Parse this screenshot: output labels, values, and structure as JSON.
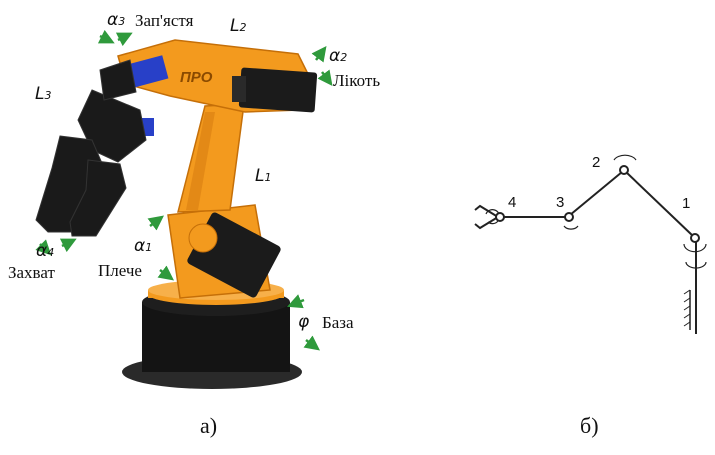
{
  "panel_a": {
    "caption": "а)",
    "labels": {
      "wrist": "Зап'ястя",
      "elbow": "Лікоть",
      "gripper": "Захват",
      "shoulder": "Плече",
      "base": "База",
      "logo": "ПРО"
    },
    "symbols": {
      "alpha3": {
        "base": "α",
        "sub": "3"
      },
      "alpha2": {
        "base": "α",
        "sub": "2"
      },
      "alpha1": {
        "base": "α",
        "sub": "1"
      },
      "alpha4": {
        "base": "α",
        "sub": "4"
      },
      "phi": "φ",
      "L1": {
        "base": "L",
        "sub": "1"
      },
      "L2": {
        "base": "L",
        "sub": "2"
      },
      "L3": {
        "base": "L",
        "sub": "3"
      }
    }
  },
  "panel_b": {
    "caption": "б)",
    "joint_numbers": [
      "4",
      "3",
      "2",
      "1"
    ]
  },
  "colors": {
    "arm_orange": "#f39a1e",
    "arm_orange_dark": "#c56f08",
    "servo_black": "#1b1b1b",
    "servo_blue": "#2840c8",
    "arrow_green": "#2f9a3c"
  }
}
